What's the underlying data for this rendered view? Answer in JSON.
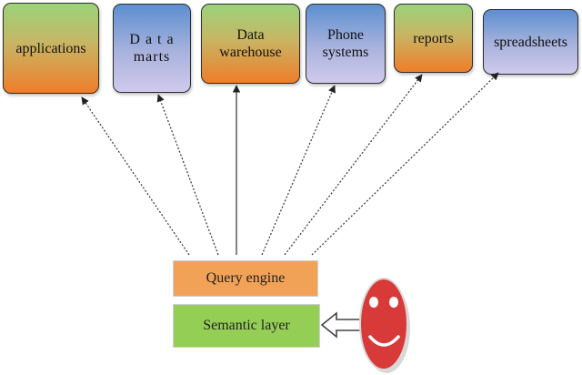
{
  "sources": [
    {
      "id": "applications",
      "label": "applications",
      "style": "green-orange"
    },
    {
      "id": "data-marts",
      "label": "D a t a\nmarts",
      "style": "blue-lavender"
    },
    {
      "id": "data-warehouse",
      "label": "Data\nwarehouse",
      "style": "green-orange"
    },
    {
      "id": "phone-systems",
      "label": "Phone\nsystems",
      "style": "blue-lavender"
    },
    {
      "id": "reports",
      "label": "reports",
      "style": "green-orange"
    },
    {
      "id": "spreadsheets",
      "label": "spreadsheets",
      "style": "blue-lavender"
    }
  ],
  "query_engine": {
    "label": "Query engine",
    "color": "#f2a257"
  },
  "semantic_layer": {
    "label": "Semantic layer",
    "color": "#94ce55"
  },
  "user_icon": {
    "name": "smiley-face-icon",
    "color": "#d83a3a"
  }
}
